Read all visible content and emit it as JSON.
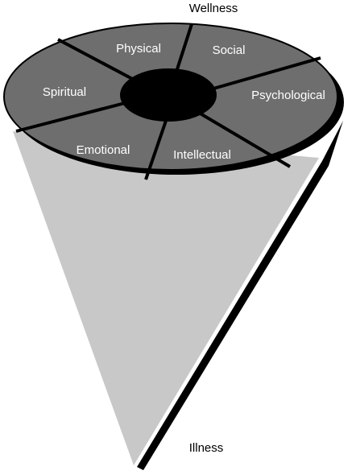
{
  "top_label": "Wellness",
  "bottom_label": "Illness",
  "segments": [
    {
      "label": "Physical"
    },
    {
      "label": "Social"
    },
    {
      "label": "Psychological"
    },
    {
      "label": "Intellectual"
    },
    {
      "label": "Emotional"
    },
    {
      "label": "Spiritual"
    }
  ],
  "colors": {
    "cone_fill": "#c8c8c8",
    "cone_shadow": "#000000",
    "disc_fill": "#6e6e6e",
    "hub_fill": "#000000",
    "divider": "#000000",
    "segment_text": "#ffffff",
    "pole_text": "#000000"
  }
}
